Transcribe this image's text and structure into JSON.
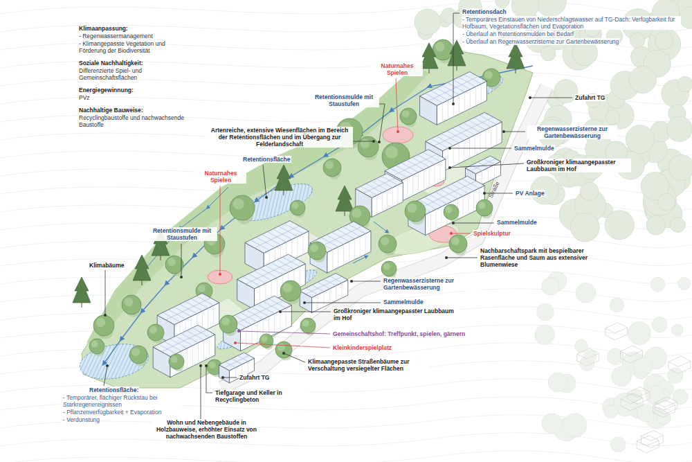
{
  "diagram": {
    "labels": [
      "Klimaanpassung:",
      "- Regenwassermanagement",
      "- Klimangepasste Vegetation und Förderung der Biodiversität",
      "Soziale Nachhaltigkeit:",
      "Differenzierte Spiel- und Gemeinschaftsflächen",
      "Energiegewinnung:",
      "PVz",
      "Nachhaltige Bauweise:",
      "Recyclingbaustoffe und nachwachsende Baustoffe",
      "Retentionsdach",
      "- Temporäres Einstauen von Niederschlagswasser auf TG-Dach: Verfügbarkeit für Hofbaum, Vegetationsflächen und Evaporation",
      "- Überlauf an Retentionsmulden bei Bedarf",
      "- Überlauf an Regenwasserzisterne zur Gartenbewässerung",
      "Naturnahes Spielen",
      "Retentionsmulde mit Staustufen",
      "Zufahrt TG",
      "Artenreiche, extensive Wiesenflächen im Bereich der Retentionsflächen und im Übergang zur Felderlandschaft",
      "Regenwasserzisterne zur Gartenbewässerung",
      "Sammelmulde",
      "Retentionsfläche",
      "Naturnahes Spielen",
      "Großkroniger klimaangepasster Laubbaum im Hof",
      "Straße",
      "PV Anlage",
      "Retentionsmulde mit Staustufen",
      "Sammelmulde",
      "Spielskulptur",
      "Klimabäume",
      "Nachbarschaftspark mit bespielbarer Rasenfläche und Saum aus extensiver Blumenwiese",
      "Regenwasserzisterne zur Gartenbewässerung",
      "Sammelmulde",
      "Großkroniger klimaangepasster Laubbaum im Hof",
      "Gemeinschaftshof: Treffpunkt, spielen, gärnern",
      "Kleinkinderspielplatz",
      "Retentionsfläche:",
      "- Temporärer, flächiger Rückstau bei Starkregenereignissen",
      "- Pflanzenverfügbarkeit + Evaporation",
      "- Verdunstung",
      "Klimaangepasste Straßenbäume zur Verschaltung versiegelter Flächen",
      "Zufahrt TG",
      "Tiefgarage und Keller in Recyclingbeton",
      "Wohn und Nebengebäude in Holzbauweise, erhöhter Einsatz von nachwachsenden Baustoffen"
    ]
  }
}
